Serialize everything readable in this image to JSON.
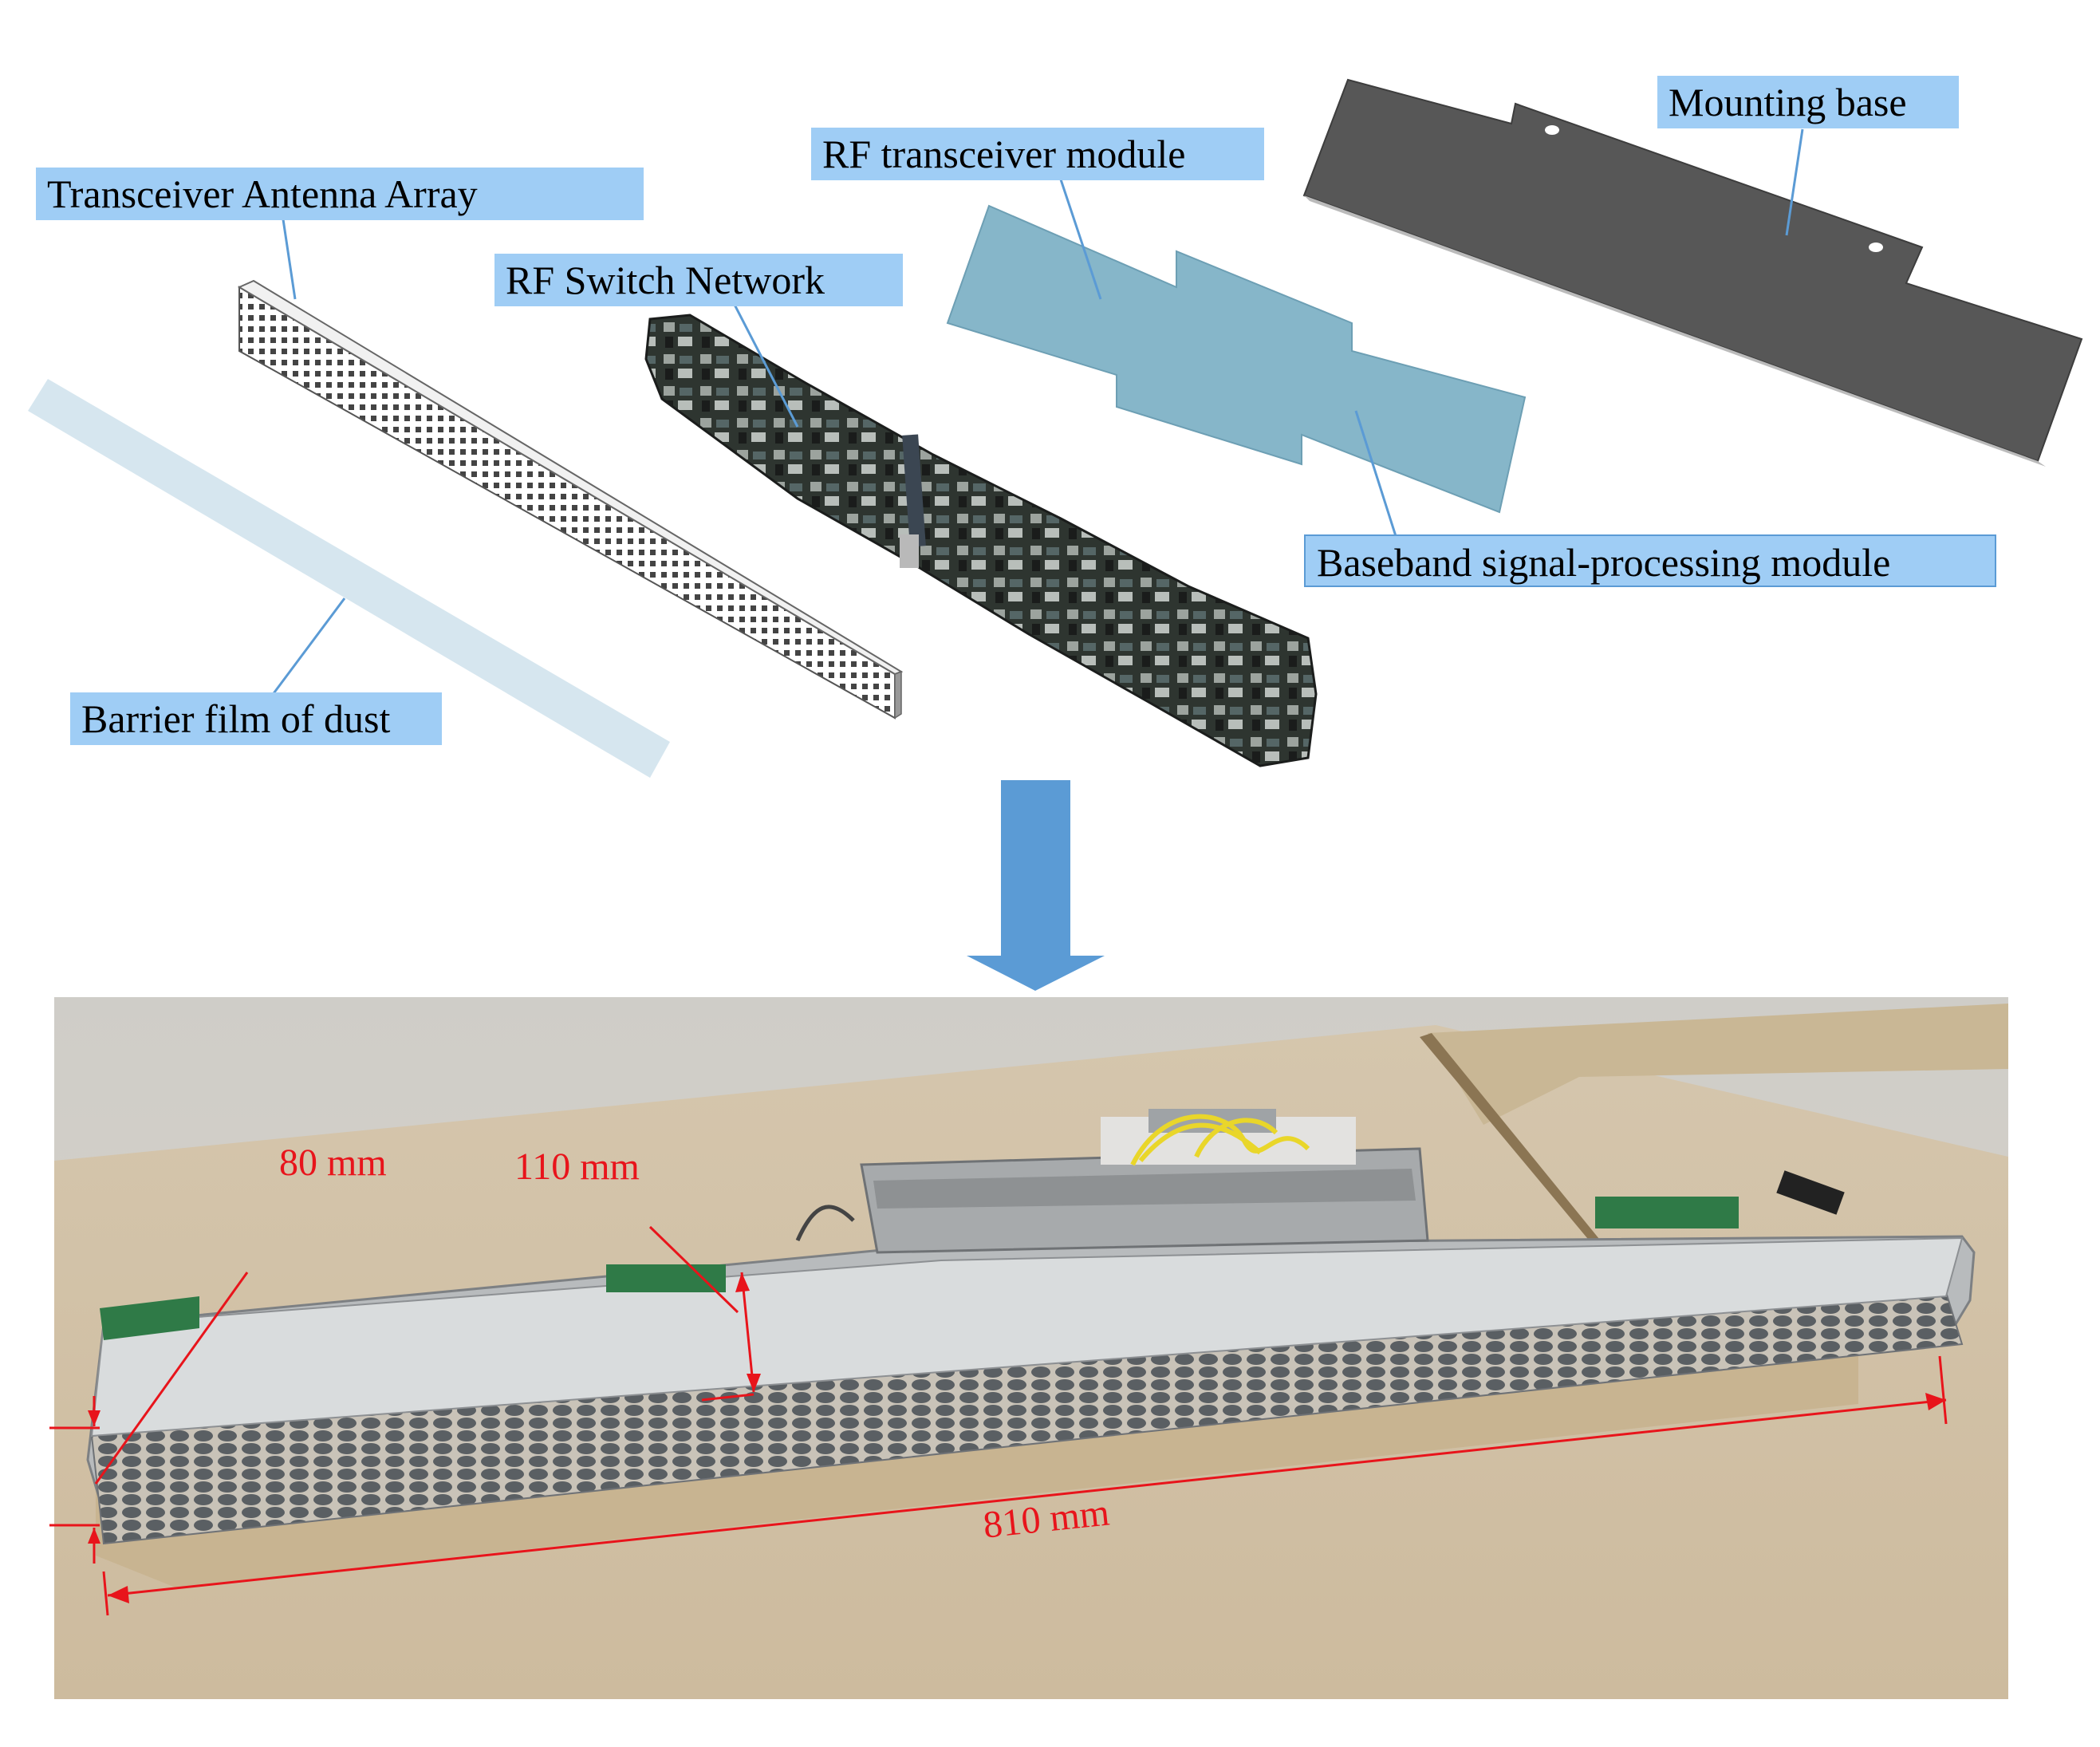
{
  "labels": {
    "antenna_array": "Transceiver Antenna Array",
    "rf_switch": "RF Switch Network",
    "rf_transceiver": "RF transceiver module",
    "mounting_base": "Mounting base",
    "baseband": "Baseband signal-processing module",
    "dust_film": "Barrier film of dust"
  },
  "dimensions": {
    "width_a": "80 mm",
    "width_b": "110 mm",
    "length": "810 mm"
  },
  "colors": {
    "callout_fill": "#9fcdf5",
    "leader_line": "#5b9bd5",
    "arrow": "#5b9bd5",
    "dimension": "#e8141b",
    "module_fill": "#86b6c9",
    "base_fill": "#575757",
    "film_fill": "#d6e6ef"
  }
}
